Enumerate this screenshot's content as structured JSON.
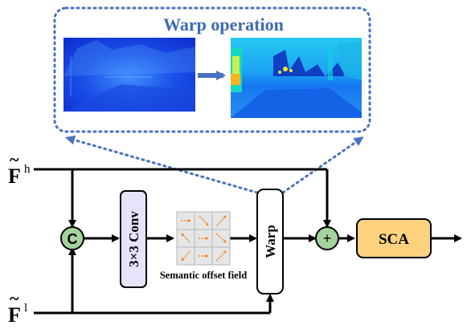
{
  "inset": {
    "title": "Warp operation",
    "title_color": "#3d6bb3",
    "border_color": "#4a72c0",
    "heatmap_before": "heatmap-before-warp",
    "heatmap_after": "heatmap-after-warp"
  },
  "inputs": {
    "high": {
      "symbol": "F",
      "superscript": "h"
    },
    "low": {
      "symbol": "F",
      "superscript": "l"
    }
  },
  "nodes": {
    "concat": "C",
    "conv": "3×3 Conv",
    "offset_label": "Semantic offset field",
    "warp": "Warp",
    "add": "+",
    "sca": "SCA"
  },
  "colors": {
    "concat_fill": "#a3d39c",
    "conv_fill": "#e6e3fb",
    "sca_fill": "#fdd27f",
    "offset_arrow": "#f08a2c",
    "dotted_arrow": "#4a72c0"
  }
}
